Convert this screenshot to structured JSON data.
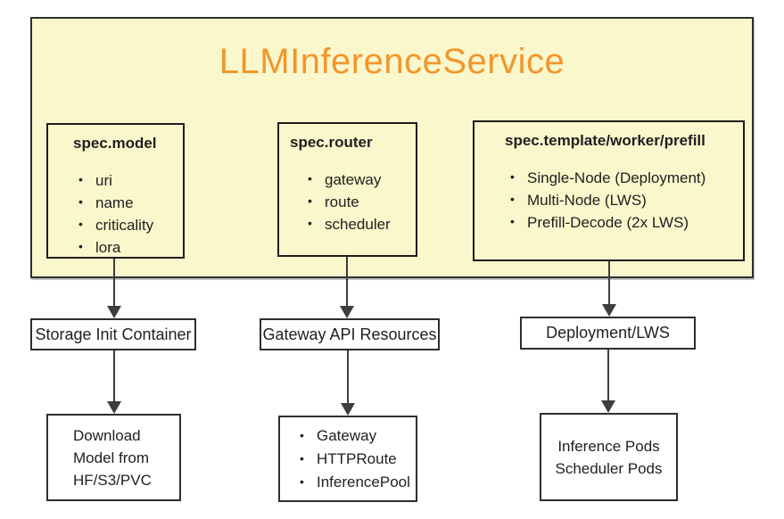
{
  "colors": {
    "container_fill": "#FBF7CC",
    "title_orange": "#F2962D",
    "border_dark": "#2E2E2E",
    "arrow_gray": "#3D3D3D",
    "node_fill": "#FFFFFF",
    "page_background": "#FFFFFF"
  },
  "container": {
    "title": "LLMInferenceService",
    "spec_boxes": [
      {
        "title": "spec.model",
        "items": [
          "uri",
          "name",
          "criticality",
          "lora"
        ]
      },
      {
        "title": "spec.router",
        "items": [
          "gateway",
          "route",
          "scheduler"
        ]
      },
      {
        "title": "spec.template/worker/prefill",
        "items": [
          "Single-Node (Deployment)",
          "Multi-Node (LWS)",
          "Prefill-Decode (2x LWS)"
        ]
      }
    ]
  },
  "middle_row": [
    {
      "label": "Storage Init Container"
    },
    {
      "label": "Gateway API Resources"
    },
    {
      "label": "Deployment/LWS"
    }
  ],
  "bottom_row": {
    "download_box_lines": [
      "Download",
      "Model from",
      "HF/S3/PVC"
    ],
    "gateway_resources_items": [
      "Gateway",
      "HTTPRoute",
      "InferencePool"
    ],
    "pods_box_lines": [
      "Inference Pods",
      "Scheduler Pods"
    ]
  }
}
